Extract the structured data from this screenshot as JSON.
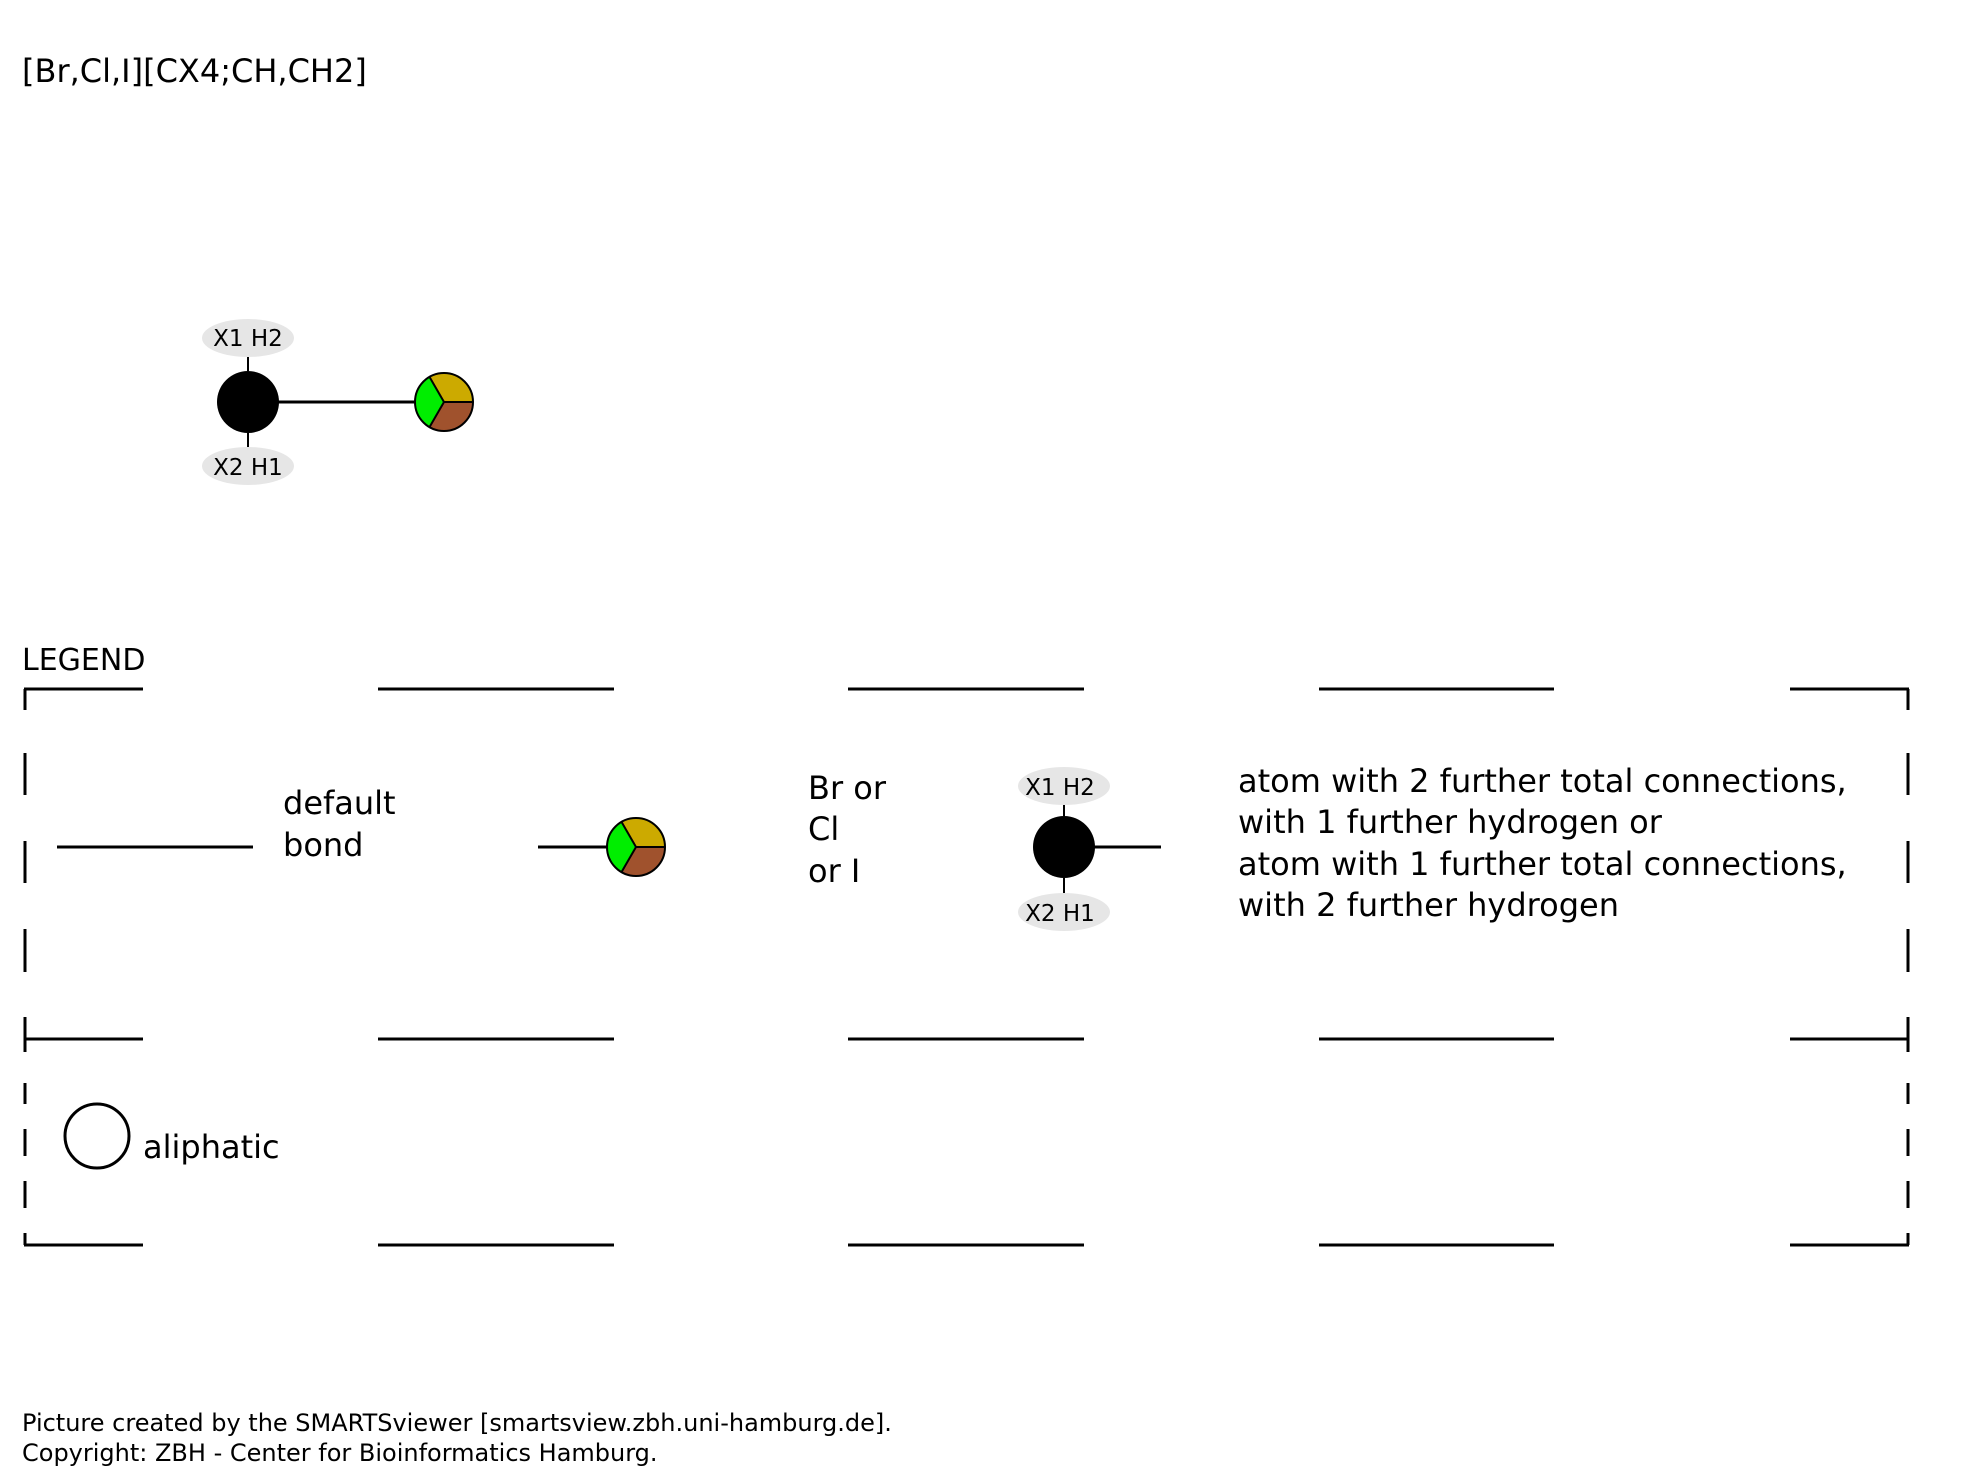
{
  "smarts": "[Br,Cl,I][CX4;CH,CH2]",
  "molecule": {
    "carbon_badge_top": "X1 H2",
    "carbon_badge_bottom": "X2 H1"
  },
  "legend": {
    "title": "LEGEND",
    "default_bond_lines": [
      "default",
      "bond"
    ],
    "halogen_lines": [
      "Br or",
      "Cl",
      "or I"
    ],
    "carbon_badge_top": "X1 H2",
    "carbon_badge_bottom": "X2 H1",
    "carbon_description_lines": [
      "atom with 2 further total connections,",
      "with 1 further hydrogen or",
      "atom with 1 further total connections,",
      "with 2 further hydrogen"
    ],
    "aliphatic_label": "aliphatic"
  },
  "colors": {
    "halogen_green": "#00ee00",
    "halogen_yellow": "#ccaa00",
    "halogen_brown": "#a0522d",
    "carbon_black": "#000000",
    "badge_grey": "#e6e6e6"
  },
  "footer": {
    "line1": "Picture created by the SMARTSviewer [smartsview.zbh.uni-hamburg.de].",
    "line2": "Copyright: ZBH - Center for Bioinformatics Hamburg."
  }
}
